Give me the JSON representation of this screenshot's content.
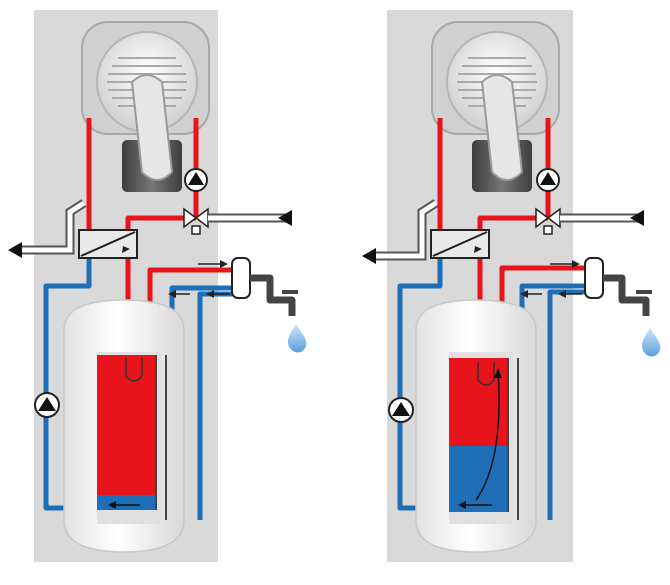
{
  "diagram": {
    "panels": [
      {
        "id": "left",
        "stage": "fully-heated",
        "hot_fraction": 0.94
      },
      {
        "id": "right",
        "stage": "partially-heated",
        "hot_fraction": 0.46
      }
    ],
    "colors": {
      "panel_bg": "#d9d9d9",
      "hot": "#e8141c",
      "cold": "#1e6fb8",
      "tank_shell": "#f3f3f3",
      "unit_dark": "#5a5a5a",
      "outline": "#333333",
      "water_drop": "#7fb6e6"
    },
    "icons": [
      "boiler-unit",
      "circulation-pump",
      "three-way-valve",
      "heat-exchanger",
      "flow-sensor",
      "water-tap",
      "water-drop",
      "storage-tank"
    ]
  }
}
